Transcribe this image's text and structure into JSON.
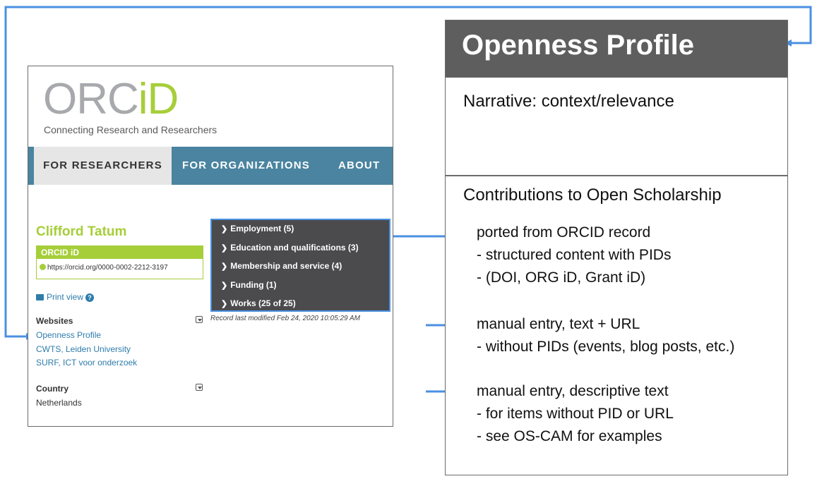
{
  "orcid": {
    "logo_main": "ORC",
    "logo_id": "iD",
    "tagline": "Connecting Research and Researchers",
    "nav": [
      "FOR RESEARCHERS",
      "FOR ORGANIZATIONS",
      "ABOUT"
    ],
    "name": "Clifford Tatum",
    "orcid_id_label": "ORCID iD",
    "orcid_url": "https://orcid.org/0000-0002-2212-3197",
    "print_view": "Print view",
    "help_glyph": "?",
    "websites_heading": "Websites",
    "websites": [
      "Openness Profile",
      "CWTS, Leiden University",
      "SURF, ICT voor onderzoek"
    ],
    "country_heading": "Country",
    "country": "Netherlands",
    "sections": [
      "Employment (5)",
      "Education and qualifications (3)",
      "Membership and service (4)",
      "Funding (1)",
      "Works (25 of 25)"
    ],
    "record_modified": "Record last modified Feb 24, 2020 10:05:29 AM"
  },
  "openness_profile": {
    "title": "Openness Profile",
    "narrative": "Narrative: context/relevance",
    "contributions_heading": "Contributions to Open Scholarship",
    "group1": [
      "ported from ORCID record",
      "-  structured content with PIDs",
      "-  (DOI, ORG iD, Grant iD)"
    ],
    "group2": [
      "manual entry, text + URL",
      "- without PIDs (events, blog posts, etc.)"
    ],
    "group3": [
      "manual entry, descriptive text",
      "-  for items without PID or URL",
      "-  see OS-CAM for examples"
    ]
  },
  "colors": {
    "arrow": "#4a90e2",
    "orcid_green": "#a6ce39",
    "nav_blue": "#4a84a0",
    "header_gray": "#5e5e5e"
  }
}
